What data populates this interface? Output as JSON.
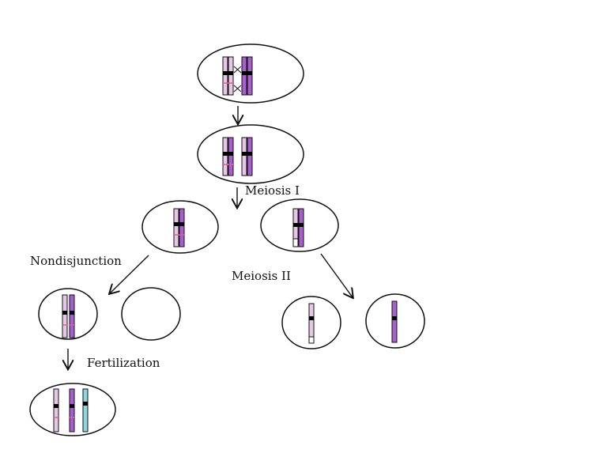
{
  "labels": {
    "meiosis_1": "Meiosis I",
    "meiosis_2": "Meiosis II",
    "nondisjunction": "Nondisjunction",
    "fertilization": "Fertilization"
  },
  "colors": {
    "light_pink": "#e6c7e6",
    "purple": "#a95fd0",
    "cyan": "#8ed8dd",
    "centromere": "#000000",
    "crossover_mark": "#e0608f",
    "outline": "#111111"
  }
}
